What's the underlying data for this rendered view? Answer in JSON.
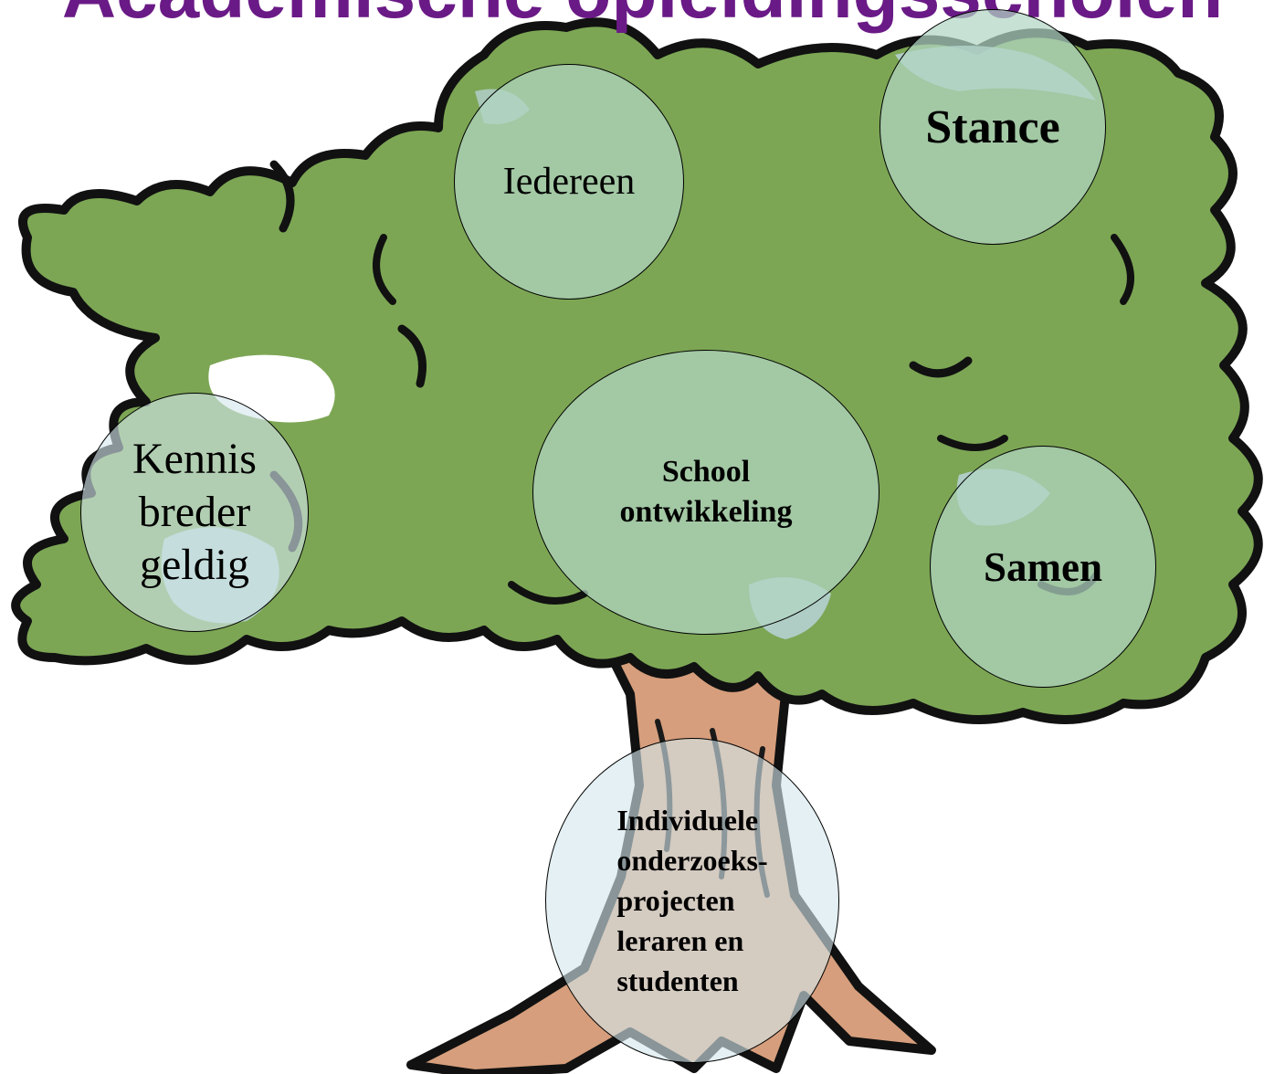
{
  "title": "Academische opleidingsscholen",
  "colors": {
    "title": "#6a1a86",
    "foliage": "#7ca654",
    "trunk": "#d69e7c",
    "bubble_green": "#b2d6c4",
    "bubble_light": "#d4e6ec"
  },
  "icons": [
    "tree-illustration"
  ],
  "bubbles": {
    "iedereen": "Iedereen",
    "stance": "Stance",
    "kennis": "Kennis\nbreder\ngeldig",
    "school": "School\nontwikkeling",
    "samen": "Samen",
    "individuele": "Individuele\nonderzoeks-\nprojecten\nleraren en\nstudenten"
  }
}
